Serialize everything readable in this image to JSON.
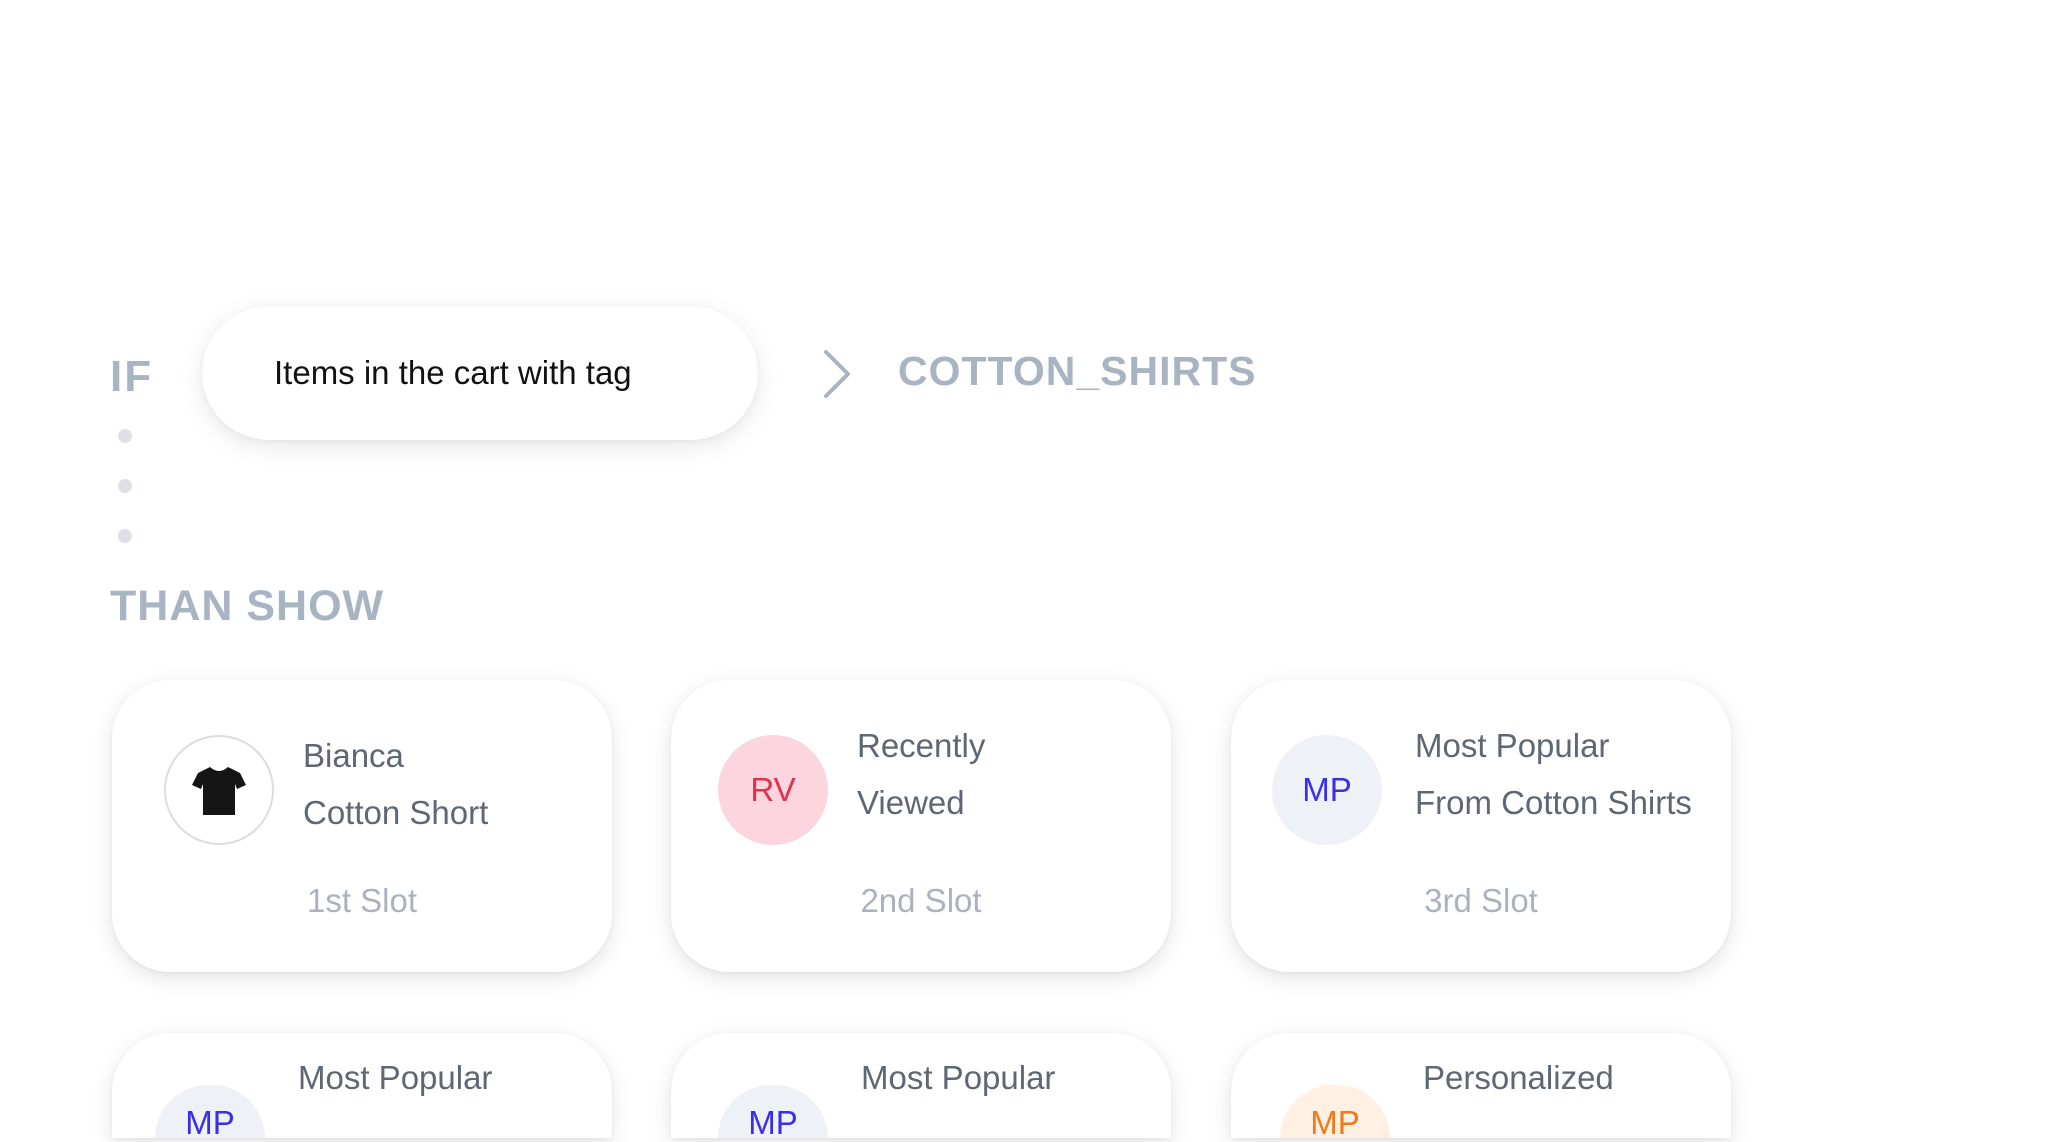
{
  "rule": {
    "if_label": "IF",
    "condition": "Items in the cart with tag",
    "tag_value": "COTTON_SHIRTS",
    "than_label": "THAN SHOW"
  },
  "slots": [
    {
      "avatar_text": "",
      "avatar_icon": "tshirt-icon",
      "title_line1": "Bianca",
      "title_line2": "Cotton Short",
      "slot_label": "1st Slot"
    },
    {
      "avatar_text": "RV",
      "title_line1": "Recently",
      "title_line2": "Viewed",
      "slot_label": "2nd Slot"
    },
    {
      "avatar_text": "MP",
      "title_line1": "Most Popular",
      "title_line2": "From Cotton Shirts",
      "slot_label": "3rd Slot"
    },
    {
      "avatar_text": "MP",
      "title_line1": "Most Popular"
    },
    {
      "avatar_text": "MP",
      "title_line1": "Most Popular"
    },
    {
      "avatar_text": "MP",
      "title_line1": "Personalized"
    }
  ],
  "colors": {
    "label_gray": "#a8b4c2",
    "rv_bg": "#fdd5df",
    "rv_text": "#e0314f",
    "mp_bg": "#eef1f6",
    "mp_text": "#3d2ee6",
    "personalized_bg": "#fff0e3",
    "personalized_text": "#f07a1a"
  }
}
